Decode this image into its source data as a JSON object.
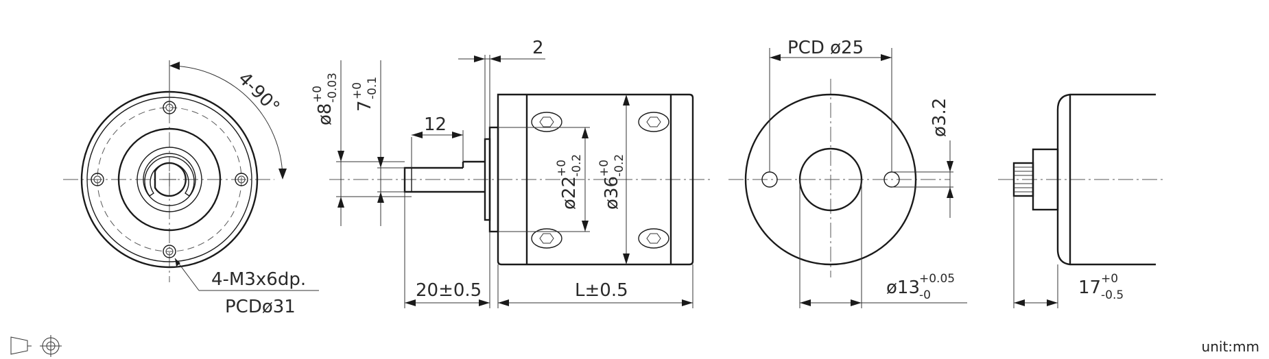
{
  "labels": {
    "angle": "4-90°",
    "tapped_holes": "4-M3x6dp.",
    "pcd_31": "PCDø31",
    "shaft_dia_main": "ø8",
    "shaft_dia_tol_upper": "+0",
    "shaft_dia_tol_lower": "-0.03",
    "flat_main": "7",
    "flat_tol_upper": "+0",
    "flat_tol_lower": "-0.1",
    "flat_length": "12",
    "gap": "2",
    "boss_dia_main": "ø22",
    "boss_tol_upper": "+0",
    "boss_tol_lower": "-0.2",
    "body_dia_main": "ø36",
    "body_tol_upper": "+0",
    "body_tol_lower": "-0.2",
    "shaft_length": "20±0.5",
    "body_length": "L±0.5",
    "pcd_25": "PCD ø25",
    "hole_dia": "ø3.2",
    "center_dia_main": "ø13",
    "center_tol_upper": "+0.05",
    "center_tol_lower": "-0",
    "depth_main": "17",
    "depth_tol_upper": "+0",
    "depth_tol_lower": "-0.5",
    "unit": "unit:mm"
  },
  "icons": [
    "third-angle-projection-icon"
  ]
}
